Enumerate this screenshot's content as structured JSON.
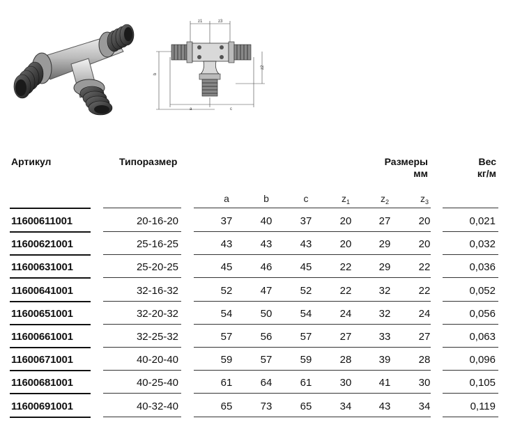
{
  "header": {
    "article": "Артикул",
    "size": "Типоразмер",
    "dims_line1": "Размеры",
    "dims_line2": "мм",
    "weight_line1": "Вес",
    "weight_line2": "кг/м"
  },
  "subheaders": {
    "a": "a",
    "b": "b",
    "c": "c",
    "z1_base": "z",
    "z1_idx": "1",
    "z2_base": "z",
    "z2_idx": "2",
    "z3_base": "z",
    "z3_idx": "3"
  },
  "drawing_labels": {
    "z1": "z1",
    "z3": "z3",
    "z2": "z2",
    "b": "b",
    "a": "a",
    "c": "c"
  },
  "rows": [
    {
      "article": "11600611001",
      "size": "20-16-20",
      "a": "37",
      "b": "40",
      "c": "37",
      "z1": "20",
      "z2": "27",
      "z3": "20",
      "weight": "0,021"
    },
    {
      "article": "11600621001",
      "size": "25-16-25",
      "a": "43",
      "b": "43",
      "c": "43",
      "z1": "20",
      "z2": "29",
      "z3": "20",
      "weight": "0,032"
    },
    {
      "article": "11600631001",
      "size": "25-20-25",
      "a": "45",
      "b": "46",
      "c": "45",
      "z1": "22",
      "z2": "29",
      "z3": "22",
      "weight": "0,036"
    },
    {
      "article": "11600641001",
      "size": "32-16-32",
      "a": "52",
      "b": "47",
      "c": "52",
      "z1": "22",
      "z2": "32",
      "z3": "22",
      "weight": "0,052"
    },
    {
      "article": "11600651001",
      "size": "32-20-32",
      "a": "54",
      "b": "50",
      "c": "54",
      "z1": "24",
      "z2": "32",
      "z3": "24",
      "weight": "0,056"
    },
    {
      "article": "11600661001",
      "size": "32-25-32",
      "a": "57",
      "b": "56",
      "c": "57",
      "z1": "27",
      "z2": "33",
      "z3": "27",
      "weight": "0,063"
    },
    {
      "article": "11600671001",
      "size": "40-20-40",
      "a": "59",
      "b": "57",
      "c": "59",
      "z1": "28",
      "z2": "39",
      "z3": "28",
      "weight": "0,096"
    },
    {
      "article": "11600681001",
      "size": "40-25-40",
      "a": "61",
      "b": "64",
      "c": "61",
      "z1": "30",
      "z2": "41",
      "z3": "30",
      "weight": "0,105"
    },
    {
      "article": "11600691001",
      "size": "40-32-40",
      "a": "65",
      "b": "73",
      "c": "65",
      "z1": "34",
      "z2": "43",
      "z3": "34",
      "weight": "0,119"
    }
  ]
}
